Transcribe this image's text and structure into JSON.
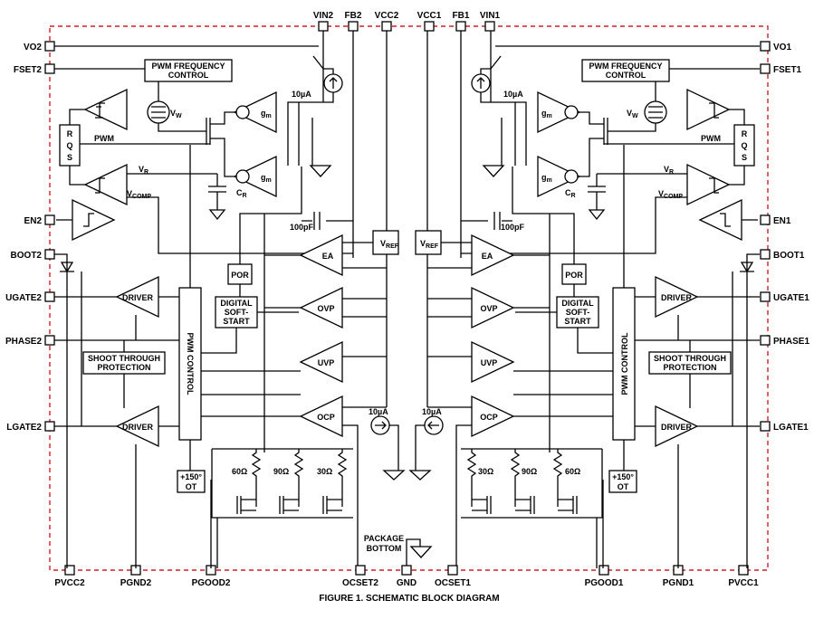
{
  "caption": "FIGURE 1.  SCHEMATIC BLOCK DIAGRAM",
  "pins": {
    "vin2": "VIN2",
    "fb2": "FB2",
    "vcc2": "VCC2",
    "vcc1": "VCC1",
    "fb1": "FB1",
    "vin1": "VIN1",
    "vo2": "VO2",
    "fset2": "FSET2",
    "en2": "EN2",
    "boot2": "BOOT2",
    "ugate2": "UGATE2",
    "phase2": "PHASE2",
    "lgate2": "LGATE2",
    "vo1": "VO1",
    "fset1": "FSET1",
    "en1": "EN1",
    "boot1": "BOOT1",
    "ugate1": "UGATE1",
    "phase1": "PHASE1",
    "lgate1": "LGATE1",
    "pvcc2": "PVCC2",
    "pgnd2": "PGND2",
    "pgood2": "PGOOD2",
    "ocset2": "OCSET2",
    "gnd": "GND",
    "ocset1": "OCSET1",
    "pgood1": "PGOOD1",
    "pgnd1": "PGND1",
    "pvcc1": "PVCC1"
  },
  "blocks": {
    "pwm_freq_l1": "PWM FREQUENCY",
    "pwm_freq_l2": "CONTROL",
    "shoot_l1": "SHOOT THROUGH",
    "shoot_l2": "PROTECTION",
    "pwm_control": "PWM CONTROL",
    "driver": "DRIVER",
    "por": "POR",
    "dss_l1": "DIGITAL",
    "dss_l2": "SOFT-",
    "dss_l3": "START",
    "ot_l1": "+150°",
    "ot_l2": "OT",
    "ea": "EA",
    "ovp": "OVP",
    "uvp": "UVP",
    "ocp": "OCP",
    "vref": "V",
    "vref_sub": "REF",
    "r": "R",
    "q": "Q",
    "s": "S",
    "pwm": "PWM",
    "gm": "g",
    "gm_sub": "m",
    "vw": "V",
    "vw_sub": "W",
    "vr": "V",
    "vr_sub": "R",
    "vcomp": "V",
    "vcomp_sub": "COMP",
    "cr": "C",
    "cr_sub": "R",
    "cap_100pf": "100pF",
    "i_10ua": "10µA",
    "r60": "60Ω",
    "r90": "90Ω",
    "r30": "30Ω",
    "pkg_l1": "PACKAGE",
    "pkg_l2": "BOTTOM"
  }
}
